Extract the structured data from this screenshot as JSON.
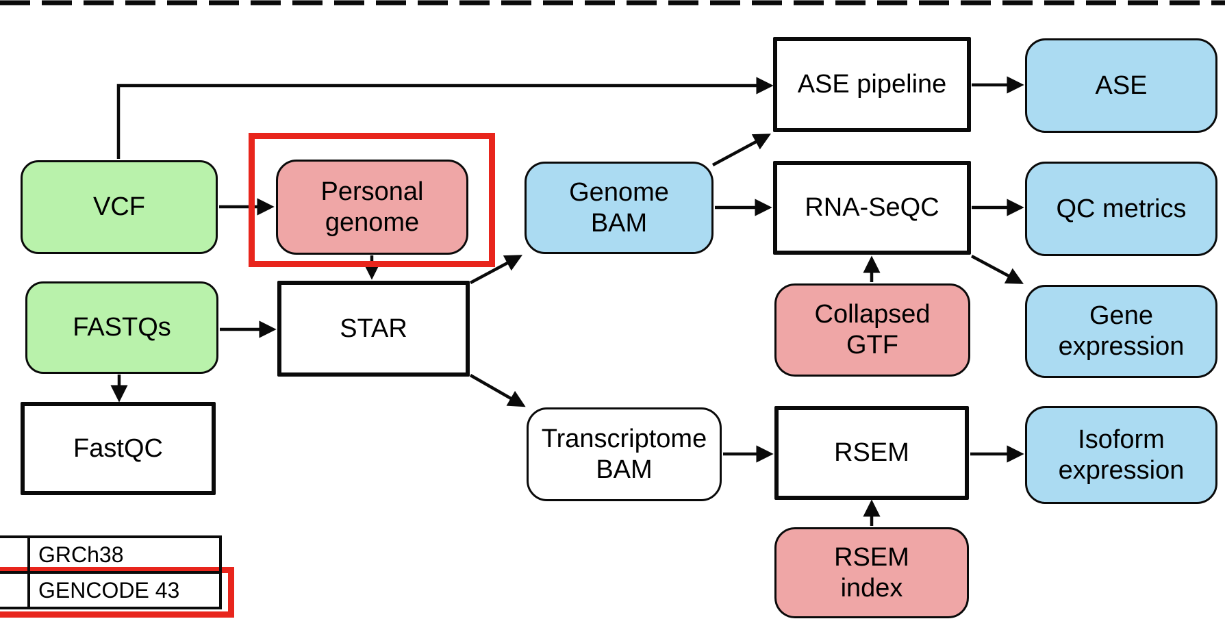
{
  "diagram": {
    "type": "flowchart",
    "description": "RNA-seq data processing pipeline with inputs, tools, references and outputs",
    "top_boundary": "dashed horizontal slide boundary line"
  },
  "colors": {
    "input_green": "#b9f2ab",
    "output_blue": "#abdbf2",
    "reference_pink": "#efa6a6",
    "process_white": "#ffffff",
    "highlight_red": "#e8251c",
    "line_black": "#0a0a0a"
  },
  "nodes": {
    "vcf": {
      "label": "VCF",
      "kind": "input"
    },
    "personal_genome": {
      "label": "Personal\ngenome",
      "kind": "reference",
      "highlighted": true
    },
    "genome_bam": {
      "label": "Genome\nBAM",
      "kind": "output"
    },
    "ase_pipeline": {
      "label": "ASE pipeline",
      "kind": "process"
    },
    "ase": {
      "label": "ASE",
      "kind": "output"
    },
    "rna_seqc": {
      "label": "RNA-SeQC",
      "kind": "process"
    },
    "qc_metrics": {
      "label": "QC metrics",
      "kind": "output"
    },
    "collapsed_gtf": {
      "label": "Collapsed\nGTF",
      "kind": "reference"
    },
    "gene_expression": {
      "label": "Gene\nexpression",
      "kind": "output"
    },
    "fastqs": {
      "label": "FASTQs",
      "kind": "input"
    },
    "star": {
      "label": "STAR",
      "kind": "process"
    },
    "fastqc": {
      "label": "FastQC",
      "kind": "process"
    },
    "transcriptome_bam": {
      "label": "Transcriptome\nBAM",
      "kind": "intermediate"
    },
    "rsem": {
      "label": "RSEM",
      "kind": "process"
    },
    "isoform_expression": {
      "label": "Isoform\nexpression",
      "kind": "output"
    },
    "rsem_index": {
      "label": "RSEM\nindex",
      "kind": "reference"
    }
  },
  "edges": [
    {
      "from": "vcf",
      "to": "ase_pipeline"
    },
    {
      "from": "vcf",
      "to": "personal_genome"
    },
    {
      "from": "personal_genome",
      "to": "star"
    },
    {
      "from": "fastqs",
      "to": "star"
    },
    {
      "from": "fastqs",
      "to": "fastqc"
    },
    {
      "from": "star",
      "to": "genome_bam"
    },
    {
      "from": "star",
      "to": "transcriptome_bam"
    },
    {
      "from": "genome_bam",
      "to": "ase_pipeline"
    },
    {
      "from": "genome_bam",
      "to": "rna_seqc"
    },
    {
      "from": "ase_pipeline",
      "to": "ase"
    },
    {
      "from": "rna_seqc",
      "to": "qc_metrics"
    },
    {
      "from": "rna_seqc",
      "to": "gene_expression"
    },
    {
      "from": "collapsed_gtf",
      "to": "rna_seqc"
    },
    {
      "from": "transcriptome_bam",
      "to": "rsem"
    },
    {
      "from": "rsem",
      "to": "isoform_expression"
    },
    {
      "from": "rsem_index",
      "to": "rsem"
    }
  ],
  "legend": {
    "rows": [
      {
        "label": "GRCh38",
        "highlighted": false
      },
      {
        "label": "GENCODE 43",
        "highlighted": true
      }
    ]
  }
}
